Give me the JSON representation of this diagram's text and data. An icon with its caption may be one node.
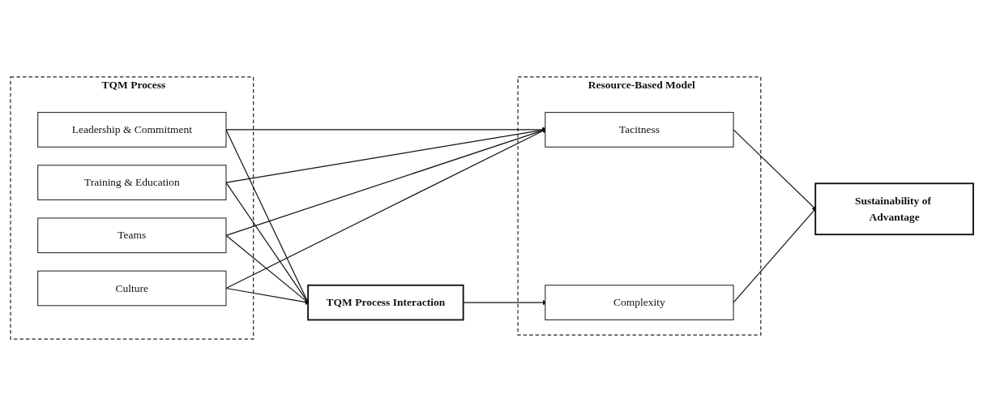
{
  "diagram": {
    "nodes": [
      {
        "text": [
          "TQM Process"
        ]
      },
      {
        "text": [
          "Leadership & Commitment"
        ],
        "in": 0
      },
      {
        "text": [
          "Training & Education"
        ],
        "in": 0
      },
      {
        "text": [
          "Teams"
        ],
        "in": 0
      },
      {
        "text": [
          "Culture"
        ],
        "in": 0
      },
      {
        "text": [
          "TQM Process Interaction"
        ]
      },
      {
        "text": [
          "Resource-Based Model"
        ]
      },
      {
        "text": [
          "Tacitness"
        ],
        "in": 6
      },
      {
        "text": [
          "Complexity"
        ],
        "in": 6
      },
      {
        "text": [
          "Sustainability of Advantage"
        ]
      }
    ],
    "edges": [
      {
        "from": 1,
        "to": 7,
        "arrow": "to"
      },
      {
        "from": 1,
        "to": 5,
        "arrow": "to"
      },
      {
        "from": 2,
        "to": 7,
        "arrow": "to"
      },
      {
        "from": 2,
        "to": 5,
        "arrow": "to"
      },
      {
        "from": 3,
        "to": 7,
        "arrow": "to"
      },
      {
        "from": 3,
        "to": 5,
        "arrow": "to"
      },
      {
        "from": 4,
        "to": 7,
        "arrow": "to"
      },
      {
        "from": 4,
        "to": 5,
        "arrow": "to"
      },
      {
        "from": 5,
        "to": 8,
        "arrow": "to"
      },
      {
        "from": 7,
        "to": 9,
        "arrow": "to"
      },
      {
        "from": 8,
        "to": 9,
        "arrow": "to"
      }
    ]
  }
}
